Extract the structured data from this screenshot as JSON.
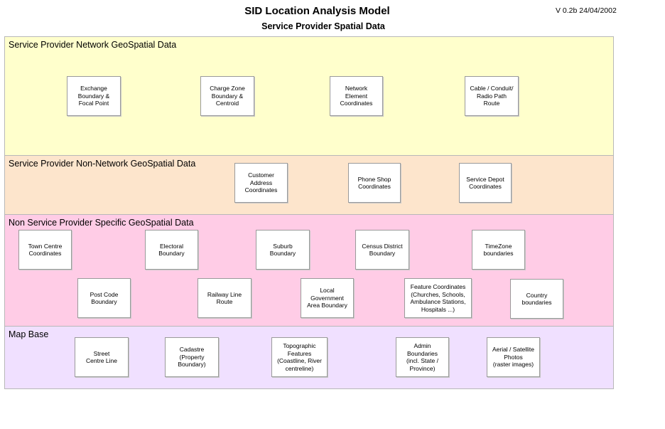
{
  "header": {
    "title": "SID Location Analysis Model",
    "subtitle": "Service Provider Spatial Data",
    "version": "V 0.2b 24/04/2002"
  },
  "colors": {
    "network_band": "#ffffcc",
    "non_network_band": "#fde5cc",
    "non_sp_band": "#ffcce6",
    "map_base_band": "#f0e0ff"
  },
  "bands": [
    {
      "label": "Service Provider Network GeoSpatial Data",
      "boxes": [
        "Exchange\nBoundary &\nFocal Point",
        "Charge Zone\nBoundary &\nCentroid",
        "Network\nElement\nCoordinates",
        "Cable / Conduit/\nRadio Path\nRoute"
      ]
    },
    {
      "label": "Service Provider Non-Network GeoSpatial Data",
      "boxes": [
        "Customer\nAddress\nCoordinates",
        "Phone Shop\nCoordinates",
        "Service Depot\nCoordinates"
      ]
    },
    {
      "label": "Non Service Provider Specific GeoSpatial Data",
      "boxes": [
        "Town Centre\nCoordinates",
        "Electoral\nBoundary",
        "Suburb\nBoundary",
        "Census District\nBoundary",
        "TimeZone\nboundaries",
        "Post Code\nBoundary",
        "Railway Line\nRoute",
        "Local\nGovernment\nArea Boundary",
        "Feature Coordinates\n(Churches, Schools,\nAmbulance Stations,\nHospitals ...)",
        "Country\nboundaries"
      ]
    },
    {
      "label": "Map Base",
      "boxes": [
        "Street\nCentre Line",
        "Cadastre\n(Property\nBoundary)",
        "Topographic\nFeatures\n(Coastline, River\ncentreline)",
        "Admin\nBoundaries\n(incl. State /\nProvince)",
        "Aerial / Satellite\nPhotos\n(raster images)"
      ]
    }
  ]
}
